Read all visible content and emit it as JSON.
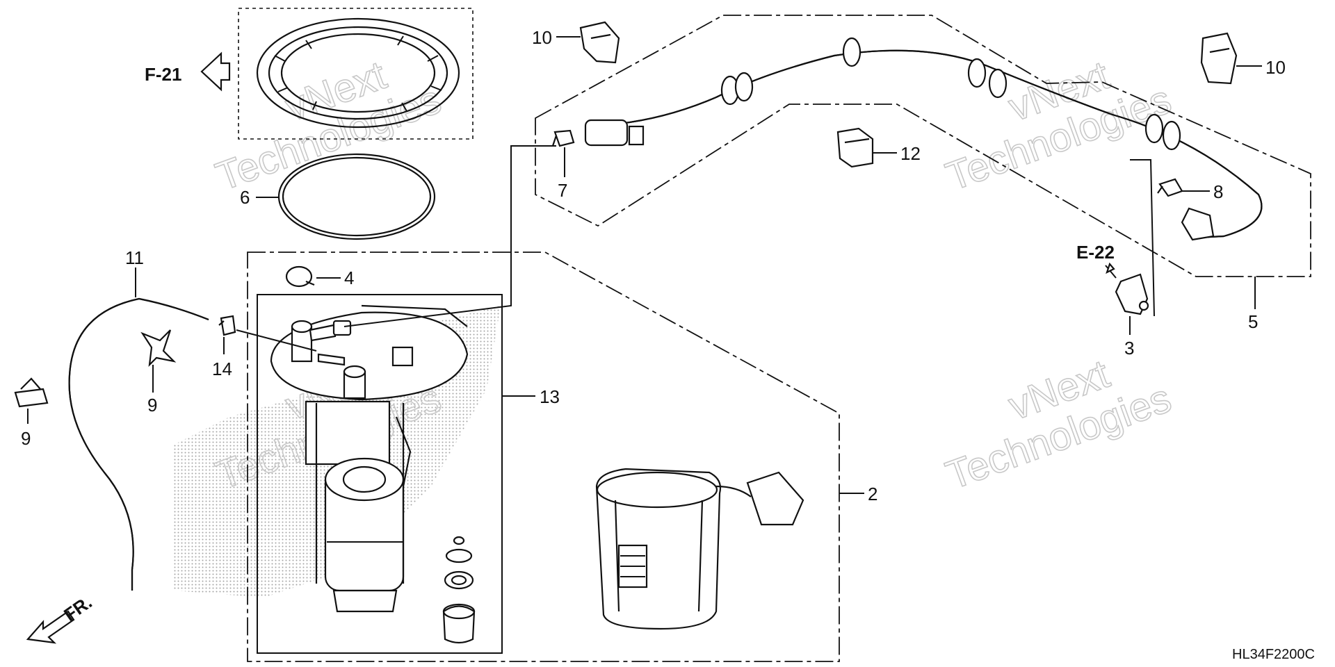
{
  "callouts": {
    "n2": "2",
    "n3": "3",
    "n4": "4",
    "n5": "5",
    "n6": "6",
    "n7": "7",
    "n8": "8",
    "n9a": "9",
    "n9b": "9",
    "n10a": "10",
    "n10b": "10",
    "n11": "11",
    "n12": "12",
    "n13": "13",
    "n14": "14"
  },
  "references": {
    "f21": "F-21",
    "e22": "E-22",
    "fr": "FR."
  },
  "diagram_code": "HL34F2200C",
  "watermark": {
    "line1": "vNext",
    "line2": "Technologies"
  }
}
